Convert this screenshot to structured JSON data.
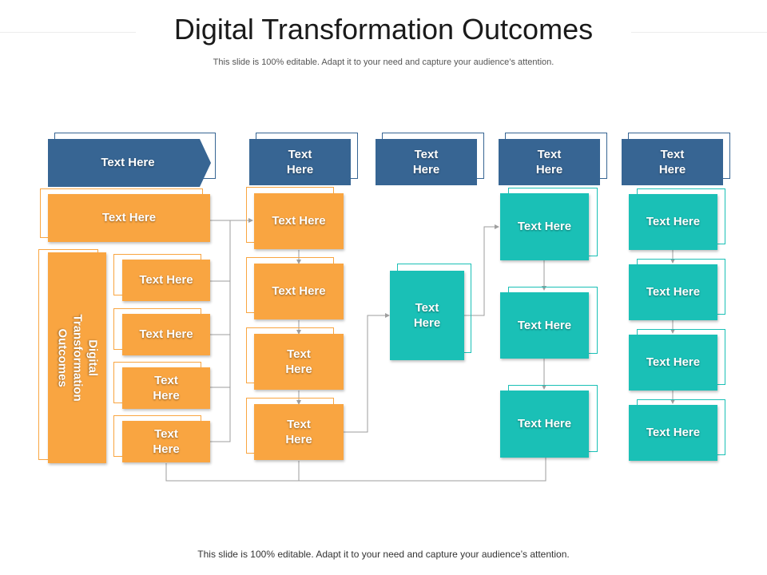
{
  "slide": {
    "title": "Digital Transformation Outcomes",
    "subtitle": "This slide is 100% editable. Adapt it to your need and capture your audience’s attention.",
    "footer": "This slide is 100% editable. Adapt it to your need and capture your audience’s attention."
  },
  "headers": {
    "h1": "Text Here",
    "h2": "Text\nHere",
    "h3": "Text\nHere",
    "h4": "Text\nHere",
    "h5": "Text\nHere"
  },
  "column1": {
    "top": "Text Here",
    "side": "Digital\nTransformation\nOutcomes",
    "items": [
      "Text Here",
      "Text Here",
      "Text\nHere",
      "Text\nHere"
    ]
  },
  "column2": {
    "items": [
      "Text Here",
      "Text Here",
      "Text\nHere",
      "Text\nHere"
    ]
  },
  "column3": {
    "center": "Text\nHere"
  },
  "column4": {
    "items": [
      "Text Here",
      "Text Here",
      "Text Here"
    ]
  },
  "column5": {
    "items": [
      "Text Here",
      "Text Here",
      "Text Here",
      "Text Here"
    ]
  },
  "colors": {
    "blue": "#376593",
    "orange": "#f9a541",
    "teal": "#1ac0b6",
    "connector": "#9e9e9e"
  }
}
